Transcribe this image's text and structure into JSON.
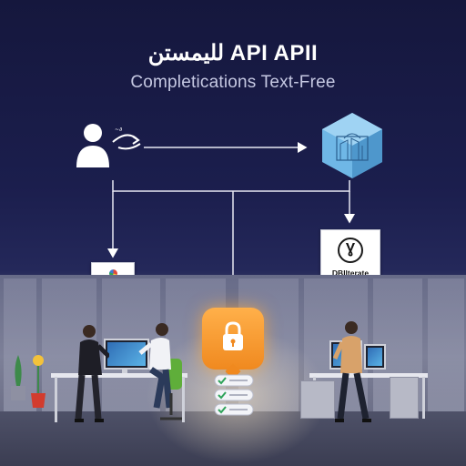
{
  "header": {
    "title": "لليمستن API APII",
    "subtitle": "Completications Text-Free"
  },
  "cards": {
    "left_label": "█████████████",
    "right_text": "DBllterate Aglur Vlas"
  },
  "icons": {
    "user": "user-icon",
    "server": "server-cube-icon",
    "lock": "lock-icon",
    "database": "database-stack-icon",
    "badge": "badge-check-icon"
  },
  "colors": {
    "background": "#15173d",
    "accent_orange": "#f0891f",
    "cube_blue": "#6fb7e6",
    "check_green": "#2fa35a"
  }
}
